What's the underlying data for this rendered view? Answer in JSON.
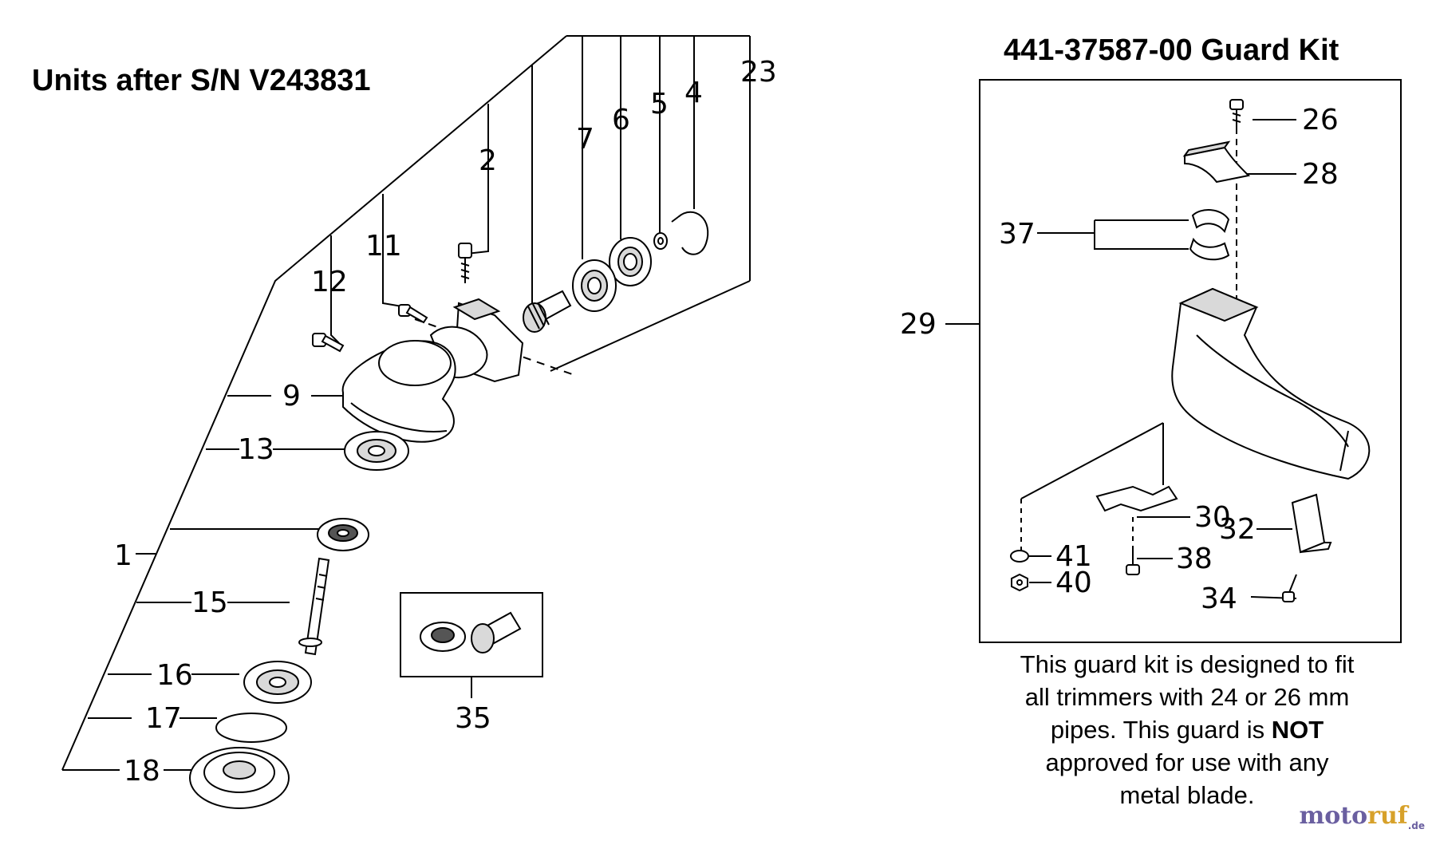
{
  "headings": {
    "units_note": "Units after S/N V243831",
    "kit_title": "441-37587-00 Guard Kit"
  },
  "callouts": {
    "c1": "1",
    "c2": "2",
    "c4": "4",
    "c5": "5",
    "c6": "6",
    "c7": "7",
    "c9": "9",
    "c11": "11",
    "c12": "12",
    "c13": "13",
    "c15": "15",
    "c16": "16",
    "c17": "17",
    "c18": "18",
    "c23": "23",
    "c26": "26",
    "c28": "28",
    "c29": "29",
    "c30": "30",
    "c32": "32",
    "c34": "34",
    "c35": "35",
    "c37": "37",
    "c38": "38",
    "c40": "40",
    "c41": "41"
  },
  "kit_note": {
    "line1": "This guard kit is designed to fit",
    "line2": "all trimmers with 24 or 26 mm",
    "line3_pre": "pipes. This guard is ",
    "line3_bold": "NOT",
    "line4": "approved for use with any",
    "line5": "metal blade."
  },
  "watermark": {
    "part1": "moto",
    "part2": "ruf",
    "suffix": ".de"
  },
  "colors": {
    "ink": "#000000",
    "watermark_primary": "#6a5fa0",
    "watermark_accent": "#d7a12a"
  }
}
